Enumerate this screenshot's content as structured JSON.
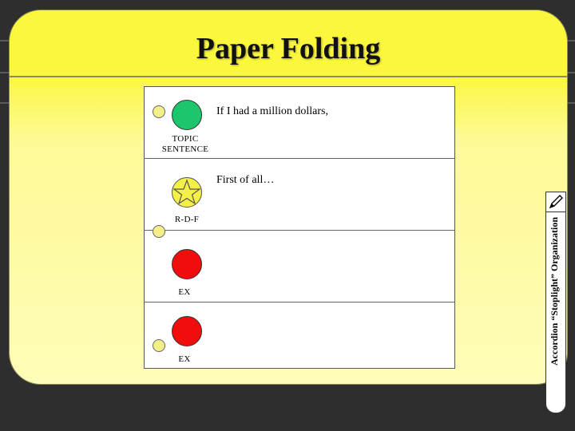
{
  "title": "Paper Folding",
  "side_caption": "Accordion “Stoplight” Organization",
  "sections": [
    {
      "label": "TOPIC SENTENCE",
      "text": "If I had a million dollars,",
      "color": "#1dc66a"
    },
    {
      "label": "R-D-F",
      "text": "First of all…",
      "color": "#f4f046"
    },
    {
      "label": "EX",
      "text": "",
      "color": "#f20d0d"
    },
    {
      "label": "EX",
      "text": "",
      "color": "#f20d0d"
    }
  ]
}
